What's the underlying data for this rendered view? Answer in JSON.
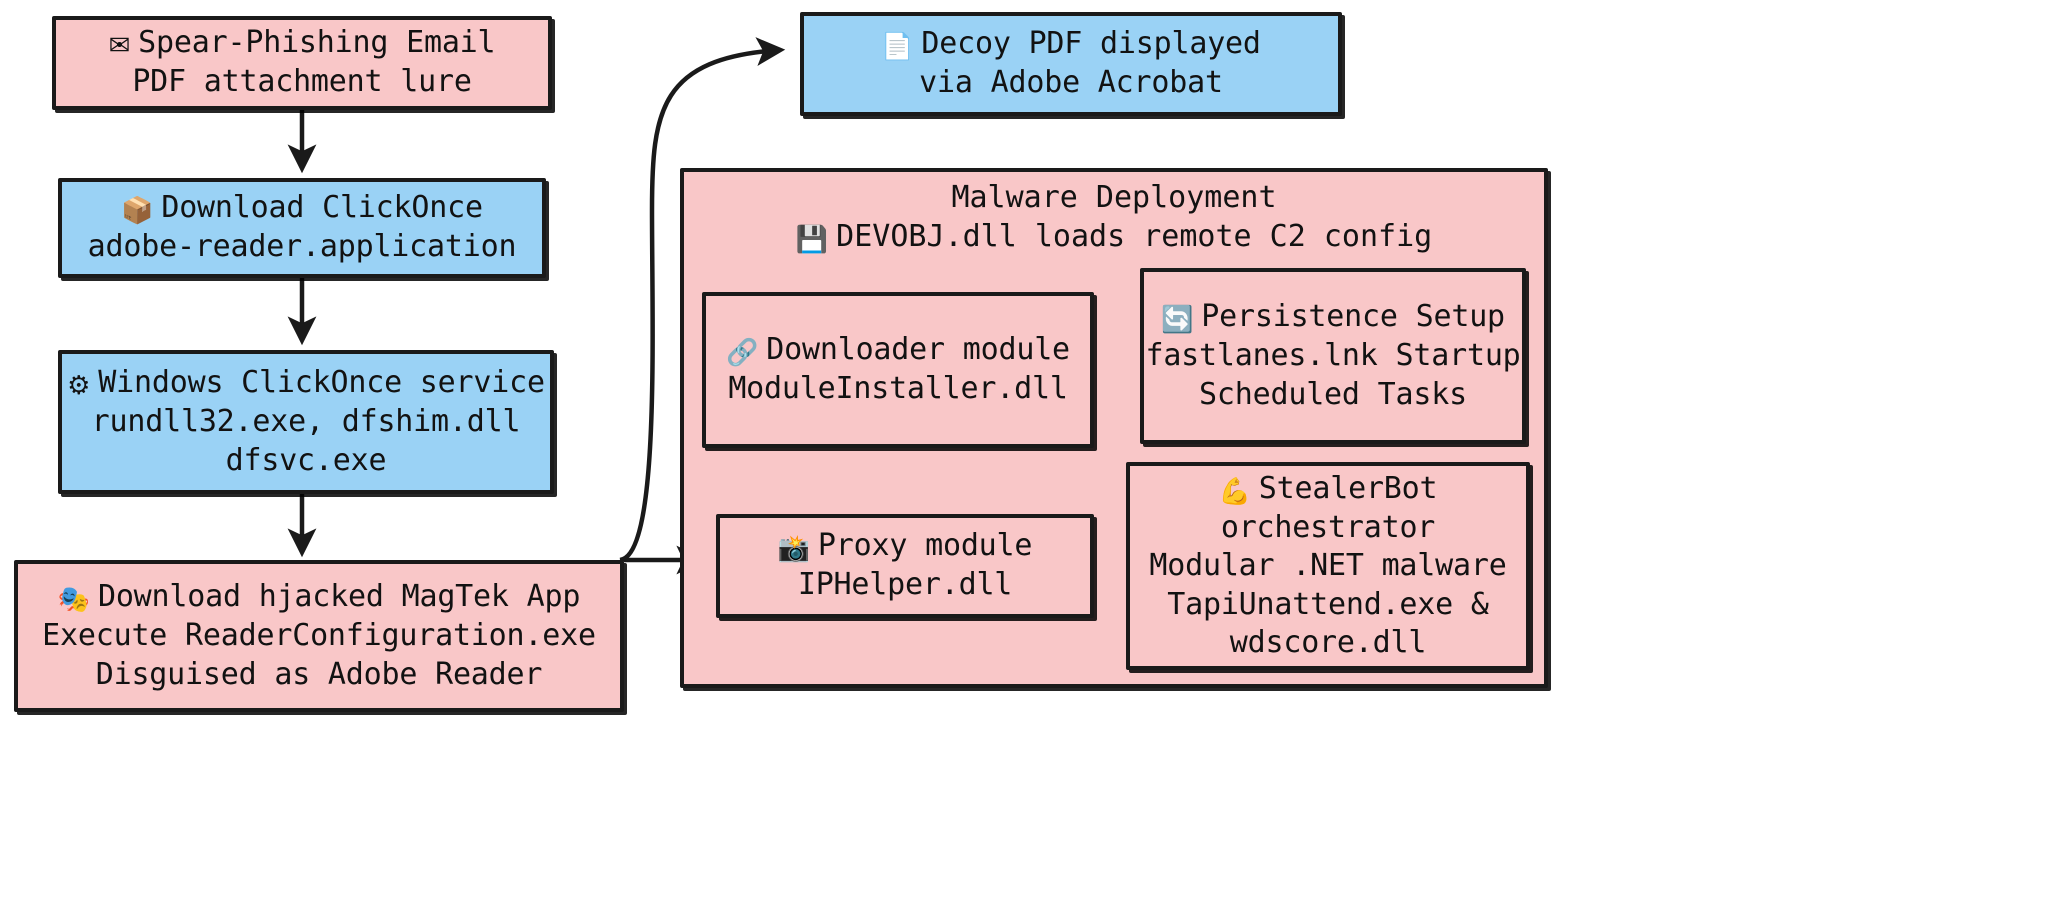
{
  "diagram": {
    "type": "flowchart",
    "title": "Malware attack chain",
    "colors": {
      "pink": "#f9c7c8",
      "blue": "#9ad2f5",
      "stroke": "#1a1a1a",
      "background": "#ffffff"
    }
  },
  "nodes": {
    "phishing": {
      "icon": "✉",
      "icon_name": "email-icon",
      "line1": "Spear-Phishing Email",
      "line2": "PDF attachment lure",
      "fill": "pink"
    },
    "clickonce_download": {
      "icon": "📦",
      "icon_name": "package-icon",
      "line1": "Download ClickOnce",
      "line2": "adobe-reader.application",
      "fill": "blue"
    },
    "clickonce_service": {
      "icon": "⚙",
      "icon_name": "gear-icon",
      "line1": "Windows ClickOnce service",
      "line2": "rundll32.exe, dfshim.dll",
      "line3": "dfsvc.exe",
      "fill": "blue"
    },
    "magtek": {
      "icon": "🎭",
      "icon_name": "performing-arts-masks-icon",
      "line1": "Download hjacked MagTek App",
      "line2": "Execute ReaderConfiguration.exe",
      "line3": "Disguised as Adobe Reader",
      "fill": "pink"
    },
    "decoy_pdf": {
      "icon": "📄",
      "icon_name": "document-icon",
      "line1": "Decoy PDF displayed",
      "line2": "via Adobe Acrobat",
      "fill": "blue"
    },
    "downloader": {
      "icon": "🔗",
      "icon_name": "link-icon",
      "line1": "Downloader module",
      "line2": "ModuleInstaller.dll",
      "fill": "pink"
    },
    "proxy": {
      "icon": "📸",
      "icon_name": "camera-flash-icon",
      "line1": "Proxy module",
      "line2": "IPHelper.dll",
      "fill": "pink"
    },
    "persistence": {
      "icon": "🔄",
      "icon_name": "refresh-sync-icon",
      "line1": "Persistence Setup",
      "line2": "fastlanes.lnk Startup",
      "line3": "Scheduled Tasks",
      "fill": "pink"
    },
    "stealerbot": {
      "icon": "💪",
      "icon_name": "flexed-bicep-icon",
      "line1": "StealerBot",
      "line2": "orchestrator",
      "line3": "Modular .NET malware",
      "line4": "TapiUnattend.exe &",
      "line5": "wdscore.dll",
      "fill": "pink"
    }
  },
  "cluster": {
    "title_line1": "Malware Deployment",
    "icon": "💾",
    "icon_name": "floppy-disk-icon",
    "title_line2": "DEVOBJ.dll loads remote C2 config"
  },
  "edges": [
    {
      "from": "phishing",
      "to": "clickonce_download",
      "arrow": "filled"
    },
    {
      "from": "clickonce_download",
      "to": "clickonce_service",
      "arrow": "filled"
    },
    {
      "from": "clickonce_service",
      "to": "magtek",
      "arrow": "filled"
    },
    {
      "from": "magtek",
      "to": "decoy_pdf",
      "arrow": "filled"
    },
    {
      "from": "magtek",
      "to": "proxy",
      "arrow": "filled"
    },
    {
      "from": "downloader",
      "to": "proxy",
      "arrow": "hollow"
    },
    {
      "from": "downloader",
      "to": "persistence",
      "arrow": "hollow"
    },
    {
      "from": "downloader",
      "to": "stealerbot",
      "arrow": "hollow"
    }
  ]
}
